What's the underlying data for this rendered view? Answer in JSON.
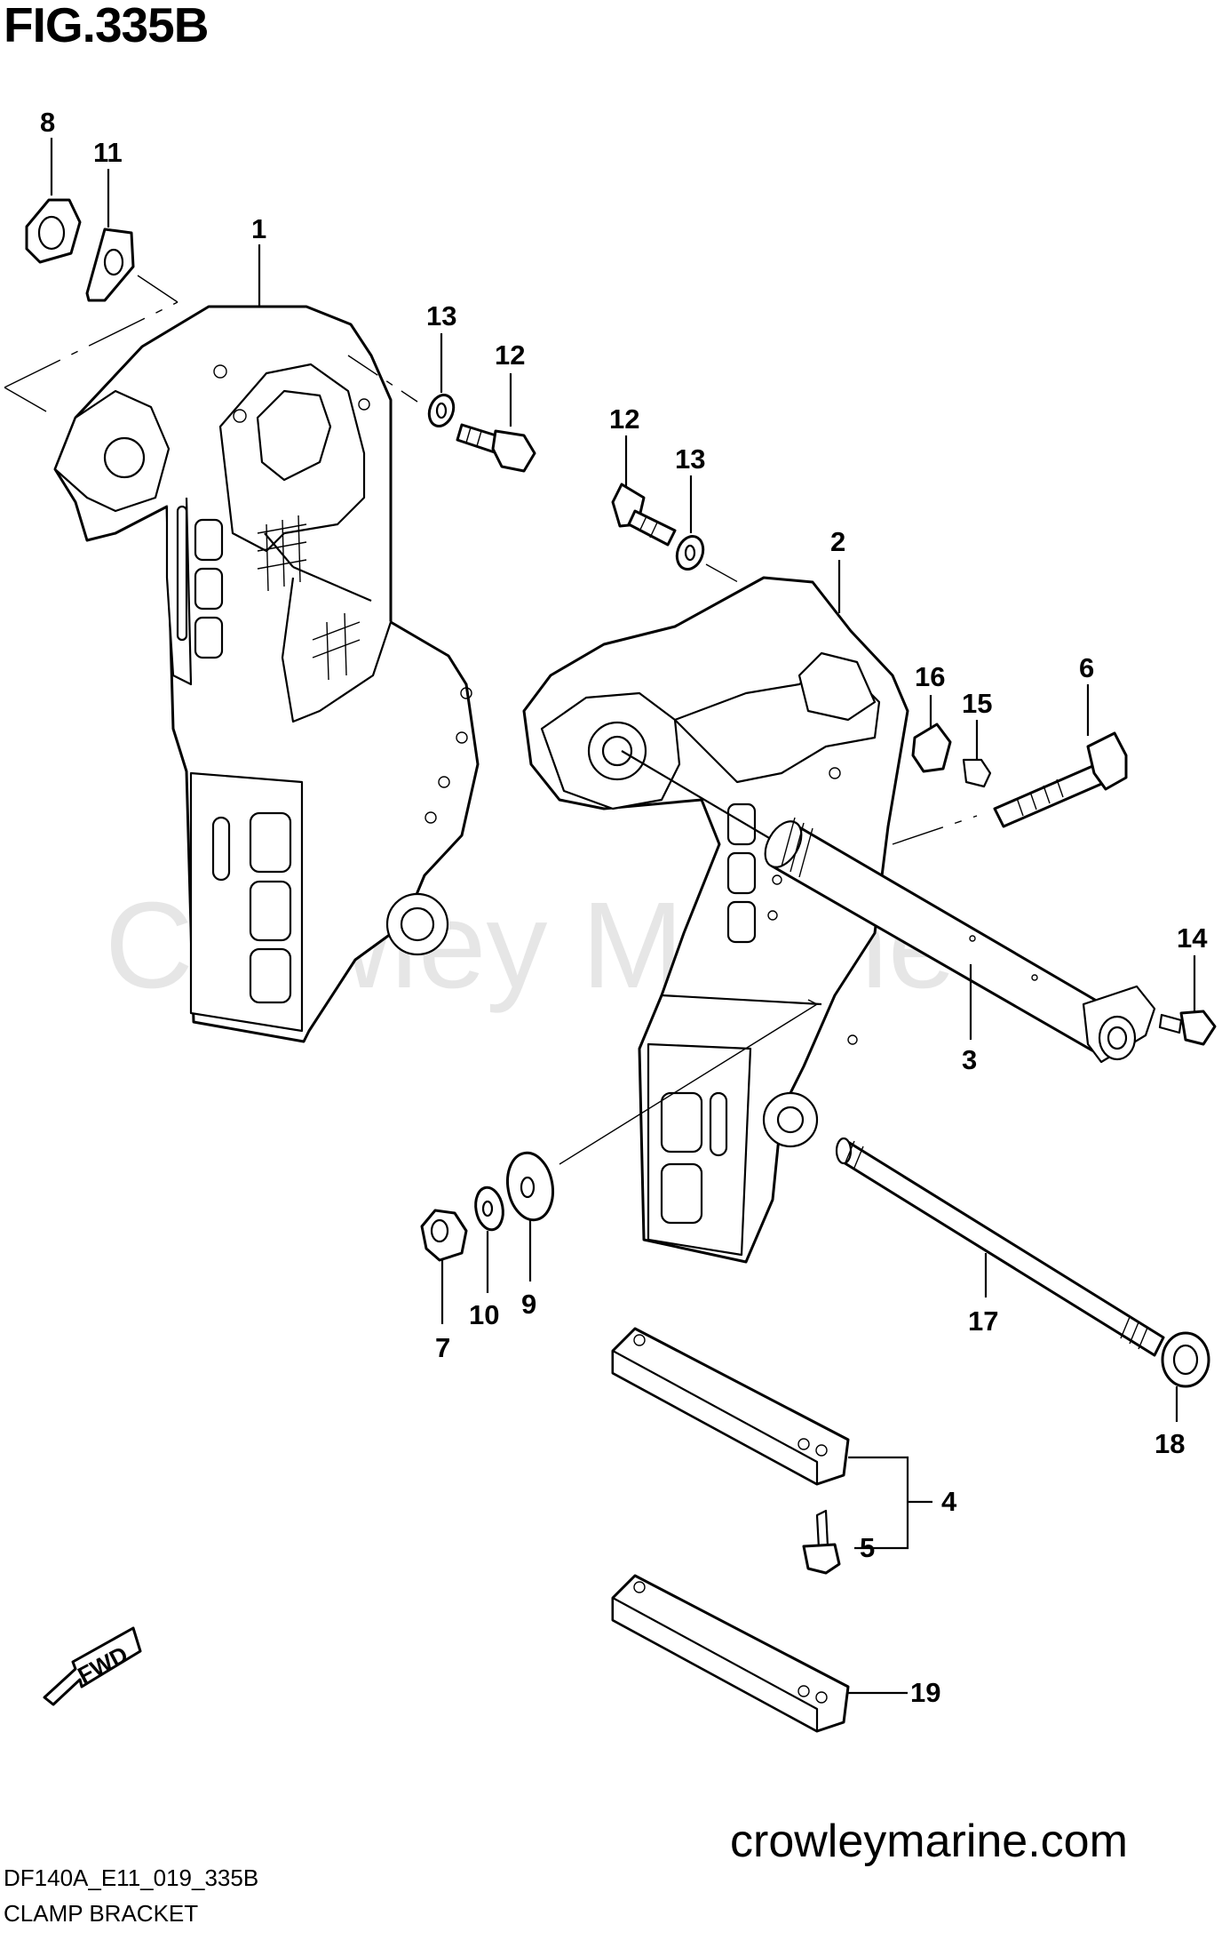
{
  "figure": {
    "title": "FIG.335B",
    "watermark": "Crowley Marine",
    "website": "crowleymarine.com",
    "diagram_code": "DF140A_E11_019_335B",
    "caption": "CLAMP BRACKET",
    "fwd_label": "FWD"
  },
  "callouts": {
    "c1": "1",
    "c2": "2",
    "c3": "3",
    "c4": "4",
    "c5": "5",
    "c6": "6",
    "c7": "7",
    "c8": "8",
    "c9": "9",
    "c10": "10",
    "c11": "11",
    "c12a": "12",
    "c12b": "12",
    "c13a": "13",
    "c13b": "13",
    "c14": "14",
    "c15": "15",
    "c16": "16",
    "c17": "17",
    "c18": "18",
    "c19": "19"
  }
}
